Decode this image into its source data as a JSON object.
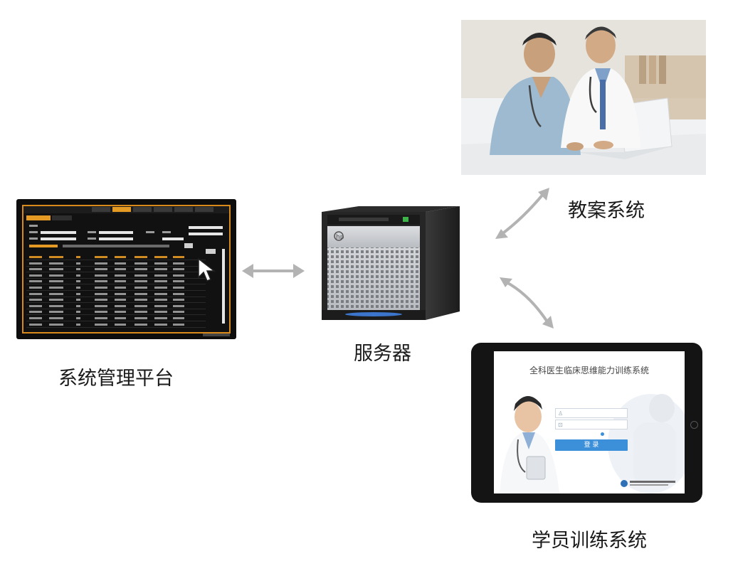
{
  "captions": {
    "management_platform": "系统管理平台",
    "server": "服务器",
    "teaching_system": "教案系统",
    "training_system": "学员训练系统"
  },
  "tablet": {
    "app_title": "全科医生临床思维能力训练系统",
    "login_button": "登 录",
    "username_icon": "user-icon",
    "password_icon": "lock-icon"
  },
  "colors": {
    "arrow": "#b3b3b3",
    "platform_accent": "#e59a24",
    "login_button": "#3c8fd9",
    "server_body": "#2b2b2b",
    "server_front": "#c9cbcf",
    "server_glow": "#3f7fe0"
  },
  "icons": {
    "arrow_platform_server": "double-arrow-icon",
    "arrow_server_teaching": "double-arrow-icon",
    "arrow_server_training": "double-arrow-icon",
    "server_logo": "hp-logo-icon",
    "cursor": "mouse-pointer-icon"
  }
}
